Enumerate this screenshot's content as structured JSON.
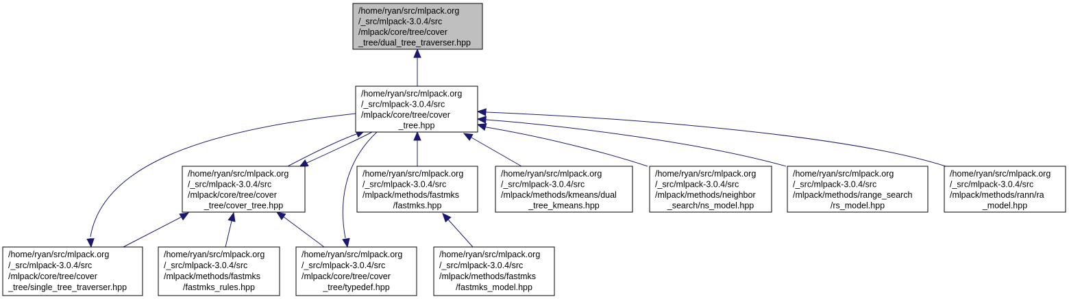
{
  "diagram": {
    "type": "include-dependency-graph",
    "edge_color": "#191970",
    "root_fill": "#bfbfbf",
    "nodes": [
      {
        "id": "n0",
        "root": true,
        "lines": [
          "/home/ryan/src/mlpack.org",
          "/_src/mlpack-3.0.4/src",
          "/mlpack/core/tree/cover",
          "_tree/dual_tree_traverser.hpp"
        ],
        "align": "start"
      },
      {
        "id": "n1",
        "root": false,
        "lines": [
          "/home/ryan/src/mlpack.org",
          "/_src/mlpack-3.0.4/src",
          "/mlpack/core/tree/cover",
          "_tree.hpp"
        ],
        "align": "mixed"
      },
      {
        "id": "n2",
        "root": false,
        "lines": [
          "/home/ryan/src/mlpack.org",
          "/_src/mlpack-3.0.4/src",
          "/mlpack/core/tree/cover",
          "_tree/cover_tree.hpp"
        ],
        "align": "mixed"
      },
      {
        "id": "n3",
        "root": false,
        "lines": [
          "/home/ryan/src/mlpack.org",
          "/_src/mlpack-3.0.4/src",
          "/mlpack/methods/fastmks",
          "/fastmks.hpp"
        ],
        "align": "mixed"
      },
      {
        "id": "n4",
        "root": false,
        "lines": [
          "/home/ryan/src/mlpack.org",
          "/_src/mlpack-3.0.4/src",
          "/mlpack/methods/kmeans/dual",
          "_tree_kmeans.hpp"
        ],
        "align": "mixed"
      },
      {
        "id": "n5",
        "root": false,
        "lines": [
          "/home/ryan/src/mlpack.org",
          "/_src/mlpack-3.0.4/src",
          "/mlpack/methods/neighbor",
          "_search/ns_model.hpp"
        ],
        "align": "mixed"
      },
      {
        "id": "n6",
        "root": false,
        "lines": [
          "/home/ryan/src/mlpack.org",
          "/_src/mlpack-3.0.4/src",
          "/mlpack/methods/range_search",
          "/rs_model.hpp"
        ],
        "align": "mixed"
      },
      {
        "id": "n7",
        "root": false,
        "lines": [
          "/home/ryan/src/mlpack.org",
          "/_src/mlpack-3.0.4/src",
          "/mlpack/methods/rann/ra",
          "_model.hpp"
        ],
        "align": "mixed"
      },
      {
        "id": "n8",
        "root": false,
        "lines": [
          "/home/ryan/src/mlpack.org",
          "/_src/mlpack-3.0.4/src",
          "/mlpack/core/tree/cover",
          "_tree/single_tree_traverser.hpp"
        ],
        "align": "start"
      },
      {
        "id": "n9",
        "root": false,
        "lines": [
          "/home/ryan/src/mlpack.org",
          "/_src/mlpack-3.0.4/src",
          "/mlpack/methods/fastmks",
          "/fastmks_rules.hpp"
        ],
        "align": "mixed"
      },
      {
        "id": "n10",
        "root": false,
        "lines": [
          "/home/ryan/src/mlpack.org",
          "/_src/mlpack-3.0.4/src",
          "/mlpack/core/tree/cover",
          "_tree/typedef.hpp"
        ],
        "align": "mixed"
      },
      {
        "id": "n11",
        "root": false,
        "lines": [
          "/home/ryan/src/mlpack.org",
          "/_src/mlpack-3.0.4/src",
          "/mlpack/methods/fastmks",
          "/fastmks_model.hpp"
        ],
        "align": "mixed"
      }
    ],
    "edges": [
      {
        "from": "n1",
        "to": "n0"
      },
      {
        "from": "n2",
        "to": "n1"
      },
      {
        "from": "n1",
        "to": "n2"
      },
      {
        "from": "n3",
        "to": "n1"
      },
      {
        "from": "n4",
        "to": "n1"
      },
      {
        "from": "n5",
        "to": "n1"
      },
      {
        "from": "n6",
        "to": "n1"
      },
      {
        "from": "n7",
        "to": "n1"
      },
      {
        "from": "n1",
        "to": "n8"
      },
      {
        "from": "n1",
        "to": "n10"
      },
      {
        "from": "n8",
        "to": "n2"
      },
      {
        "from": "n9",
        "to": "n2"
      },
      {
        "from": "n10",
        "to": "n2"
      },
      {
        "from": "n11",
        "to": "n3"
      }
    ]
  }
}
